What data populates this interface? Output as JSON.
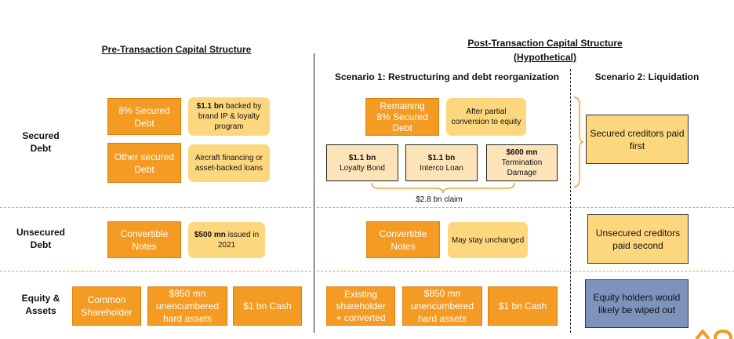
{
  "headers": {
    "pre_title": "Pre-Transaction Capital Structure",
    "post_title": "Post-Transaction Capital Structure",
    "post_subtitle": "(Hypothetical)",
    "scenario1": "Scenario 1: Restructuring and debt reorganization",
    "scenario2": "Scenario 2: Liquidation"
  },
  "rows": {
    "secured": "Secured\nDebt",
    "unsecured": "Unsecured\nDebt",
    "equity": "Equity &\nAssets"
  },
  "pre": {
    "secured_debt_box": "8% Secured\nDebt",
    "secured_debt_note_bold": "$1.1 bn",
    "secured_debt_note_rest": " backed by brand IP & loyalty program",
    "other_secured_box": "Other secured\nDebt",
    "other_secured_note": "Aircraft financing or asset-backed loans",
    "convertible_box": "Convertible\nNotes",
    "convertible_note_bold": "$500 mn",
    "convertible_note_rest": " issued in 2021",
    "equity_box1": "Common\nShareholder",
    "equity_box2": "$850 mn\nunencumbered\nhard assets",
    "equity_box3": "$1 bn Cash"
  },
  "scenario1": {
    "remaining_box": "Remaining\n8% Secured\nDebt",
    "remaining_note": "After partial conversion to equity",
    "loyalty_bold": "$1.1 bn",
    "loyalty_label": "Loyalty Bond",
    "interco_bold": "$1.1 bn",
    "interco_label": "Interco Loan",
    "termination_bold": "$600 mn",
    "termination_label": "Termination\nDamage",
    "claim": "$2.8 bn claim",
    "convertible_box": "Convertible\nNotes",
    "convertible_note": "May stay unchanged",
    "equity_box1": "Existing\nshareholder\n+ converted",
    "equity_box2": "$850 mn\nunencumbered\nhard assets",
    "equity_box3": "$1 bn Cash"
  },
  "scenario2": {
    "secured": "Secured creditors paid first",
    "unsecured": "Unsecured creditors paid second",
    "equity": "Equity holders would likely be wiped out"
  },
  "colors": {
    "orange": "#f39b22",
    "pale_orange": "#fdd77e",
    "light_peach": "#fde4b8",
    "blue_gray": "#7d93bb"
  }
}
